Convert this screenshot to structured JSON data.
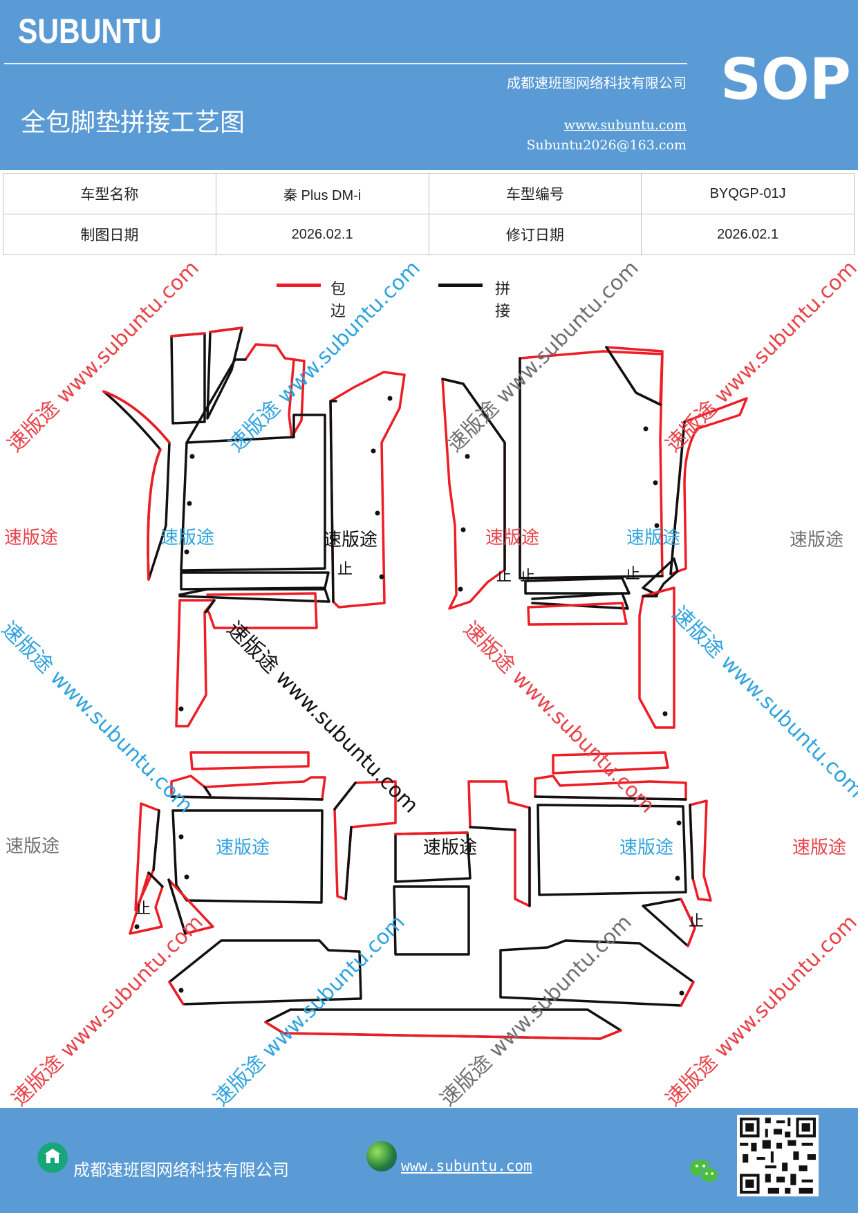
{
  "header": {
    "brand": "SUBUNTU",
    "company": "成都速班图网络科技有限公司",
    "title": "全包脚垫拼接工艺图",
    "website": "www.subuntu.com",
    "email": "Subuntu2026@163.com",
    "badge": "SOP"
  },
  "info_table": {
    "model_name_label": "车型名称",
    "model_name_value": "秦 Plus DM-i",
    "model_code_label": "车型编号",
    "model_code_value": "BYQGP-01J",
    "draw_date_label": "制图日期",
    "draw_date_value": "2026.02.1",
    "revise_date_label": "修订日期",
    "revise_date_value": "2026.02.1"
  },
  "legend": {
    "items": [
      {
        "label": "包边",
        "color": "#ee1c25"
      },
      {
        "label": "拼接",
        "color": "#111111"
      }
    ]
  },
  "watermarks": {
    "brand_cn": "速版途",
    "diag_text": "速版途 www.subuntu.com"
  },
  "stop_mark": "止",
  "footer": {
    "company": "成都速班图网络科技有限公司",
    "website": "www.subuntu.com"
  },
  "colors": {
    "header_bg": "#5a9bd5",
    "edge_red": "#ee1c25",
    "seam_black": "#111111"
  }
}
